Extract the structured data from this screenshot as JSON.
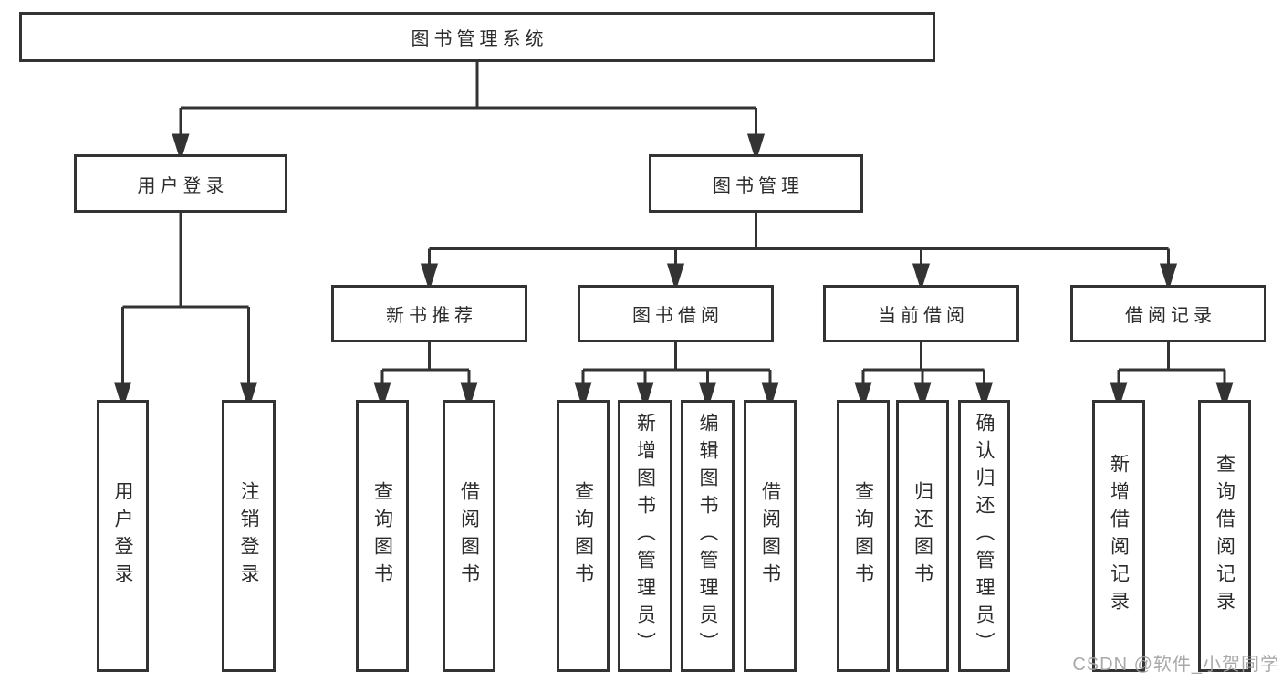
{
  "tree": {
    "root": {
      "label": "图书管理系统",
      "children": [
        {
          "label": "用户登录",
          "children": [
            {
              "label": "用户登录"
            },
            {
              "label": "注销登录"
            }
          ]
        },
        {
          "label": "图书管理",
          "children": [
            {
              "label": "新书推荐",
              "children": [
                {
                  "label": "查询图书"
                },
                {
                  "label": "借阅图书"
                }
              ]
            },
            {
              "label": "图书借阅",
              "children": [
                {
                  "label": "查询图书"
                },
                {
                  "label": "新增图书（管理员）"
                },
                {
                  "label": "编辑图书（管理员）"
                },
                {
                  "label": "借阅图书"
                }
              ]
            },
            {
              "label": "当前借阅",
              "children": [
                {
                  "label": "查询图书"
                },
                {
                  "label": "归还图书"
                },
                {
                  "label": "确认归还（管理员）"
                }
              ]
            },
            {
              "label": "借阅记录",
              "children": [
                {
                  "label": "新增借阅记录"
                },
                {
                  "label": "查询借阅记录"
                }
              ]
            }
          ]
        }
      ]
    }
  },
  "watermark": {
    "text": "CSDN @软件_小贺同学"
  },
  "colors": {
    "line": "#333333",
    "border": "#333333",
    "text": "#2b2b2b",
    "watermark": "#a0a0a0",
    "background": "#ffffff"
  }
}
